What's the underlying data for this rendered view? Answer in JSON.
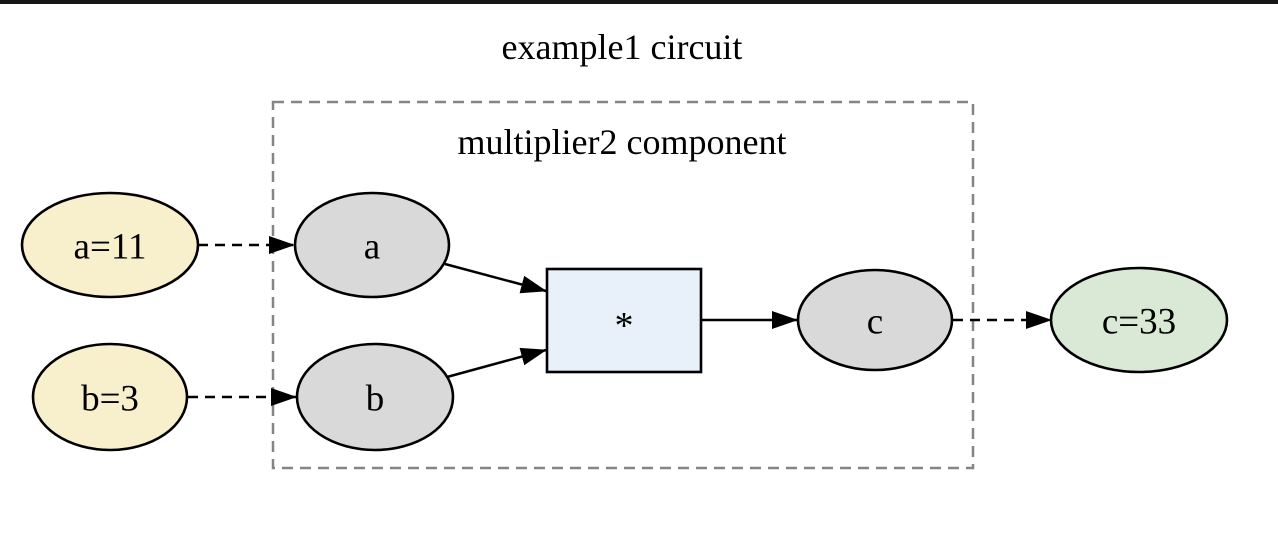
{
  "diagram": {
    "title": "example1 circuit",
    "cluster_label": "multiplier2 component",
    "nodes": {
      "input_a": {
        "label": "a=11"
      },
      "input_b": {
        "label": "b=3"
      },
      "port_a": {
        "label": "a"
      },
      "port_b": {
        "label": "b"
      },
      "multiplier": {
        "label": "*"
      },
      "port_c": {
        "label": "c"
      },
      "output_c": {
        "label": "c=33"
      }
    },
    "edges": [
      {
        "from": "input_a",
        "to": "port_a",
        "style": "dashed"
      },
      {
        "from": "input_b",
        "to": "port_b",
        "style": "dashed"
      },
      {
        "from": "port_a",
        "to": "multiplier",
        "style": "solid"
      },
      {
        "from": "port_b",
        "to": "multiplier",
        "style": "solid"
      },
      {
        "from": "multiplier",
        "to": "port_c",
        "style": "solid"
      },
      {
        "from": "port_c",
        "to": "output_c",
        "style": "dashed"
      }
    ],
    "colors": {
      "input_fill": "#F8EFCD",
      "internal_fill": "#D9D9D9",
      "operator_fill": "#E8F1FA",
      "output_fill": "#DAE8D6",
      "cluster_border": "#858585",
      "top_rule": "#161616"
    }
  }
}
